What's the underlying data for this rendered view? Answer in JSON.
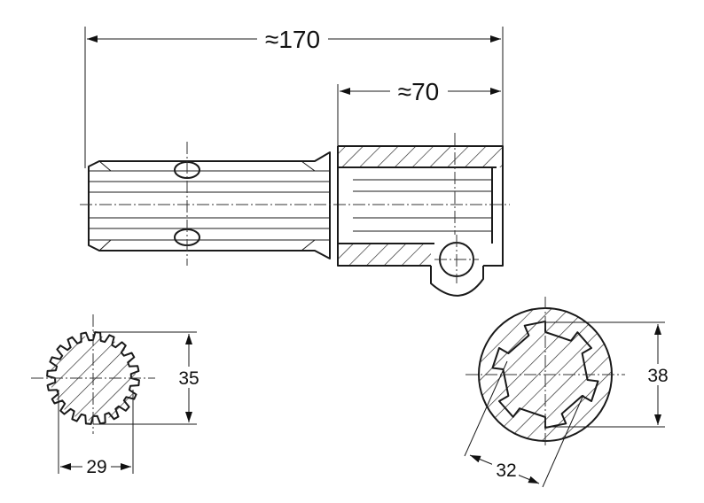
{
  "dimensions": {
    "overall_length": "≈170",
    "sleeve_length": "≈70",
    "shaft_outer_diameter": "35",
    "shaft_root_diameter": "29",
    "sleeve_outer_diameter": "38",
    "sleeve_inner_diameter": "32"
  }
}
